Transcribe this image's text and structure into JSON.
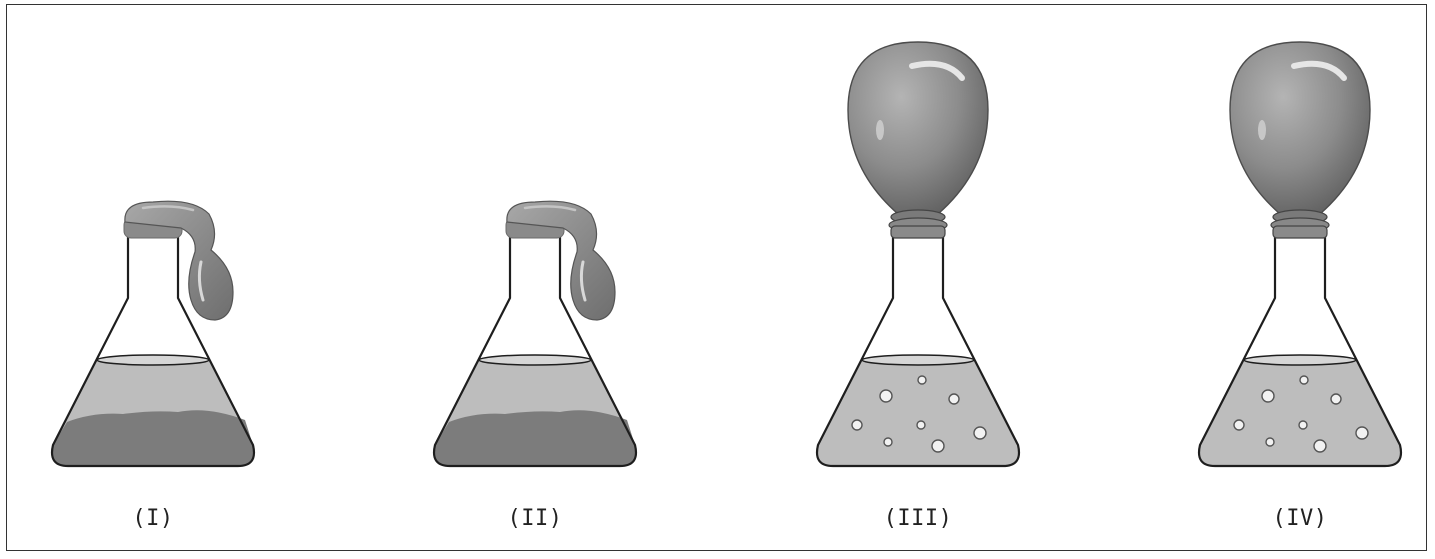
{
  "figures": [
    {
      "label": "(I)",
      "balloon": "deflated",
      "contents": "sediment"
    },
    {
      "label": "(II)",
      "balloon": "deflated",
      "contents": "sediment"
    },
    {
      "label": "(III)",
      "balloon": "inflated",
      "contents": "bubbles"
    },
    {
      "label": "(IV)",
      "balloon": "inflated",
      "contents": "bubbles"
    }
  ],
  "colors": {
    "outline": "#1e1e1e",
    "liquid": "#bdbdbd",
    "sediment": "#7c7c7c",
    "balloon": "#8f8f8f",
    "balloon_dark": "#6f6f6f",
    "highlight": "#e6e6e6"
  }
}
